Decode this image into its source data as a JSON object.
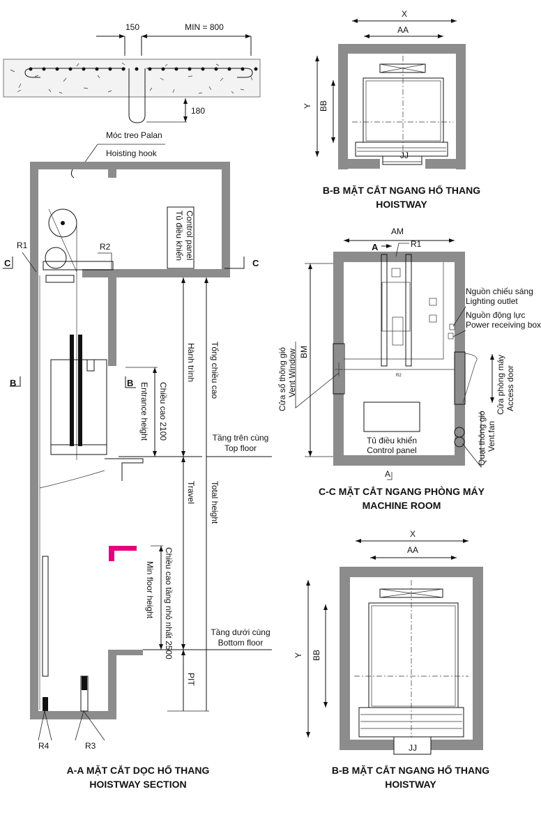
{
  "slab": {
    "dim_gap": "150",
    "dim_min": "MIN = 800",
    "dim_depth": "180",
    "hook_vi": "Móc treo Palan",
    "hook_en": "Hoisting hook"
  },
  "section_aa": {
    "r1": "R1",
    "r2": "R2",
    "r3": "R3",
    "r4": "R4",
    "c_left": "C",
    "c_right": "C",
    "b_left": "B",
    "b_right": "B",
    "control_panel_vi": "Tủ điều khiển",
    "control_panel_en": "Control panel",
    "travel_vi": "Hành trình",
    "travel_en": "Travel",
    "total_vi": "Tổng chiều cao",
    "total_en": "Total height",
    "entrance_vi": "Chiều cao 2100",
    "entrance_en": "Entrance height",
    "minfloor_vi": "Chiều cao tầng nhỏ nhất 2500",
    "minfloor_en": "Min floor height",
    "top_floor_vi": "Tầng trên cùng",
    "top_floor_en": "Top floor",
    "bottom_floor_vi": "Tầng dưới cùng",
    "bottom_floor_en": "Bottom floor",
    "pit": "PIT",
    "title_vi": "A-A MẶT CẮT DỌC HỐ THANG",
    "title_en": "HOISTWAY SECTION",
    "marker_color": "#e6007e"
  },
  "hoistway_top": {
    "x": "X",
    "aa": "AA",
    "y": "Y",
    "bb": "BB",
    "jj": "JJ",
    "title_vi": "B-B MẶT CẮT NGANG HỐ THANG",
    "title_en": "HOISTWAY"
  },
  "machine_room": {
    "am": "AM",
    "bm": "BM",
    "a_top": "A",
    "a_bottom": "A",
    "r1": "R1",
    "r2": "R2",
    "lighting_vi": "Nguồn chiếu sáng",
    "lighting_en": "Lighting outlet",
    "power_vi": "Nguồn động lực",
    "power_en": "Power receiving box",
    "vent_window_vi": "Cửa sổ thông gió",
    "vent_window_en": "Vent Window",
    "access_door_vi": "Cửa phòng máy",
    "access_door_en": "Access door",
    "vent_fan_vi": "Quạt thông gió",
    "vent_fan_en": "Vent.fan",
    "control_panel_vi": "Tủ điều khiển",
    "control_panel_en": "Control panel",
    "title_vi": "C-C MẶT CẮT NGANG PHÒNG MÁY",
    "title_en": "MACHINE ROOM"
  },
  "hoistway_bottom": {
    "x": "X",
    "aa": "AA",
    "y": "Y",
    "bb": "BB",
    "jj": "JJ",
    "title_vi": "B-B MẶT CẮT NGANG HỐ THANG",
    "title_en": "HOISTWAY"
  }
}
